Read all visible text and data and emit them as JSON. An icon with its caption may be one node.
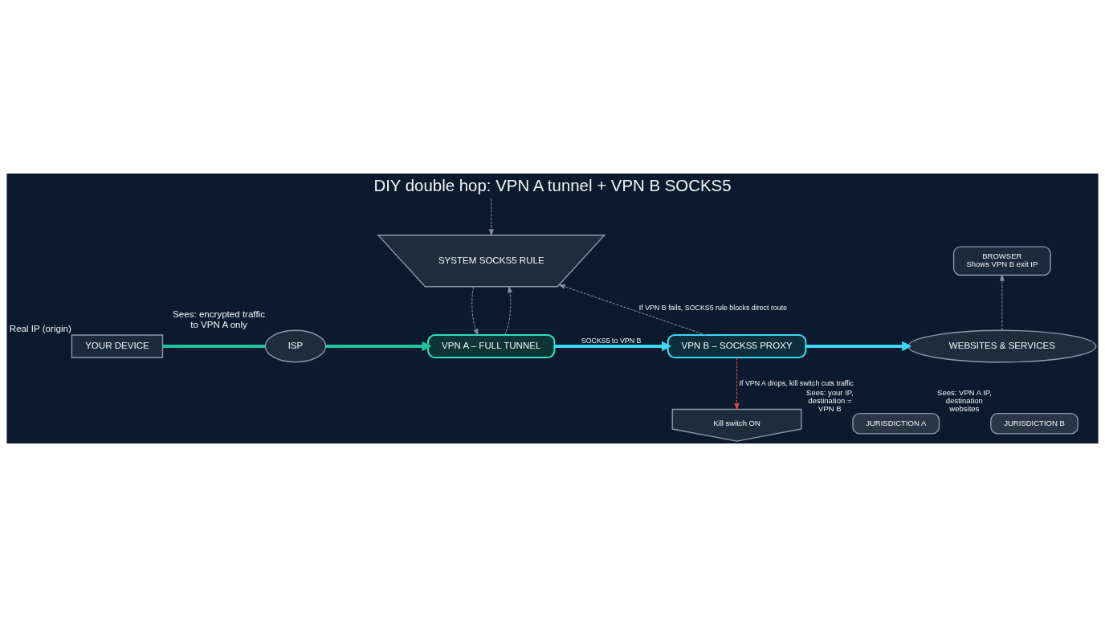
{
  "diagram": {
    "title": "DIY double hop: VPN A tunnel + VPN B SOCKS5",
    "nodes": [
      {
        "text": [
          "YOUR DEVICE"
        ],
        "beside": [
          "Real IP (origin)"
        ]
      },
      {
        "text": [
          "ISP"
        ],
        "beside": [
          "Sees: encrypted traffic to VPN A only"
        ]
      },
      {
        "text": [
          "VPN A – FULL TUNNEL"
        ]
      },
      {
        "text": [
          "Kill switch ON"
        ]
      },
      {
        "text": [
          "SYSTEM SOCKS5 RULE"
        ]
      },
      {
        "text": [
          "VPN B – SOCKS5 PROXY"
        ]
      },
      {
        "text": [
          "WEBSITES & SERVICES"
        ]
      },
      {
        "text": [
          "BROWSER",
          "Shows VPN B exit IP"
        ]
      },
      {
        "text": [
          "JURISDICTION A"
        ],
        "beside": [
          "Sees: your IP, destination = VPN B"
        ]
      },
      {
        "text": [
          "JURISDICTION B"
        ],
        "beside": [
          "Sees: VPN A IP, destination websites"
        ]
      }
    ],
    "edges": [
      {
        "from": 0,
        "to": 1,
        "arrow": "none",
        "style": "thick",
        "color": "#22c3a0"
      },
      {
        "from": 1,
        "to": 2,
        "arrow": "to",
        "style": "thick",
        "color": "#22c3a0"
      },
      {
        "from": 2,
        "to": 5,
        "arrow": "to",
        "label": "SOCKS5 to VPN B",
        "style": "thick",
        "color": "#3fd8f5"
      },
      {
        "from": 5,
        "to": 6,
        "arrow": "to",
        "style": "thick",
        "color": "#3fd8f5"
      },
      {
        "from": 6,
        "to": 7,
        "arrow": "to",
        "style": "dashed"
      },
      {
        "from": null,
        "to": 4,
        "arrow": "to",
        "style": "dashed"
      },
      {
        "from": 2,
        "to": 4,
        "arrow": "to",
        "style": "dashed"
      },
      {
        "from": 4,
        "to": 2,
        "arrow": "to",
        "style": "dashed"
      },
      {
        "from": 5,
        "to": 4,
        "arrow": "to",
        "label": "If VPN B fails, SOCKS5 rule blocks direct route",
        "style": "dashed"
      },
      {
        "from": 5,
        "to": 3,
        "arrow": "to",
        "label": "If VPN A drops, kill switch cuts traffic",
        "style": "dashed",
        "color": "#e04848"
      }
    ]
  }
}
